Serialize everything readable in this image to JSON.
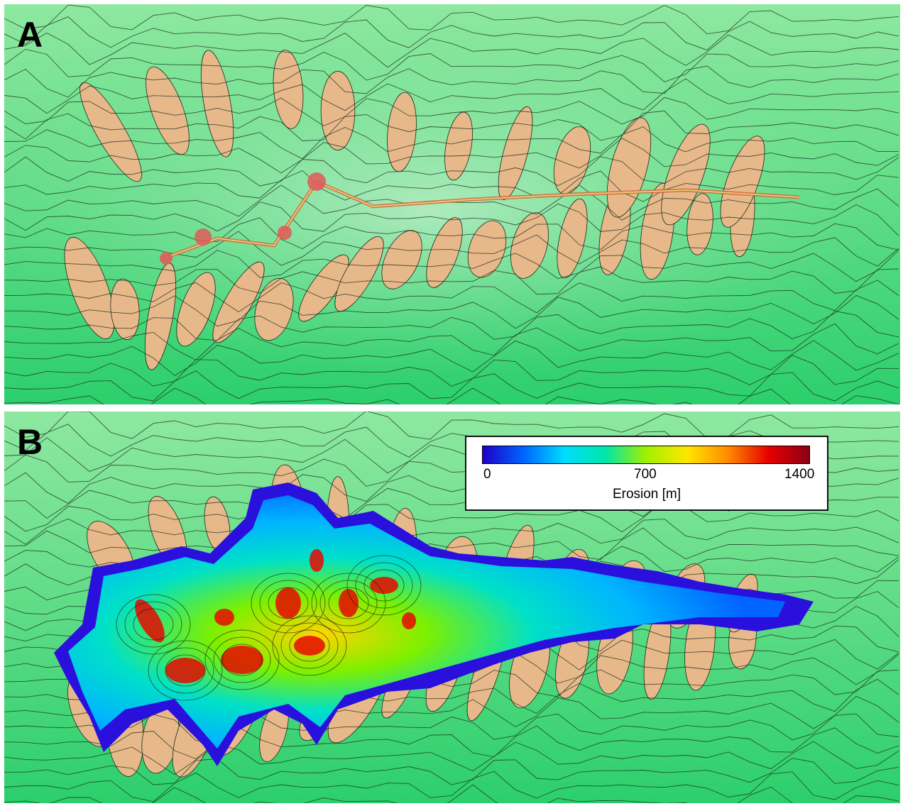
{
  "panels": [
    {
      "label": "A"
    },
    {
      "label": "B"
    }
  ],
  "legend": {
    "title": "Erosion [m]",
    "min_label": "0",
    "mid_label": "700",
    "max_label": "1400",
    "colormap": [
      "#1e00c8",
      "#0064ff",
      "#00dcff",
      "#00e6aa",
      "#a0f000",
      "#ffe600",
      "#ff8c00",
      "#e60000",
      "#8c0014"
    ]
  },
  "colors": {
    "lowland": "#2ad270",
    "midland": "#7ee89a",
    "ridge": "#e7b98a",
    "peak": "#e06a5a",
    "contour": "#1a2a1a"
  }
}
